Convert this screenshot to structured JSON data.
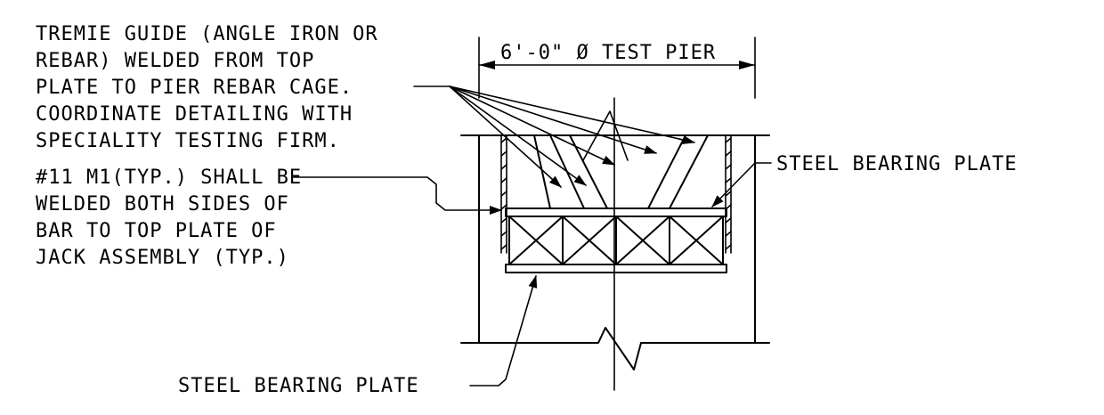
{
  "notes": {
    "tremie_guide": [
      "TREMIE GUIDE (ANGLE IRON OR",
      "REBAR) WELDED FROM TOP",
      "PLATE TO PIER REBAR CAGE.",
      "COORDINATE DETAILING WITH",
      "SPECIALITY TESTING FIRM."
    ],
    "bar_weld": [
      "#11 M1(TYP.) SHALL BE",
      "WELDED BOTH SIDES OF",
      "BAR TO TOP PLATE OF",
      "JACK ASSEMBLY (TYP.)"
    ],
    "steel_plate_right": "STEEL BEARING PLATE",
    "steel_plate_bottom": "STEEL BEARING PLATE"
  },
  "dimension": {
    "label": "6'-0\" Ø TEST PIER"
  }
}
